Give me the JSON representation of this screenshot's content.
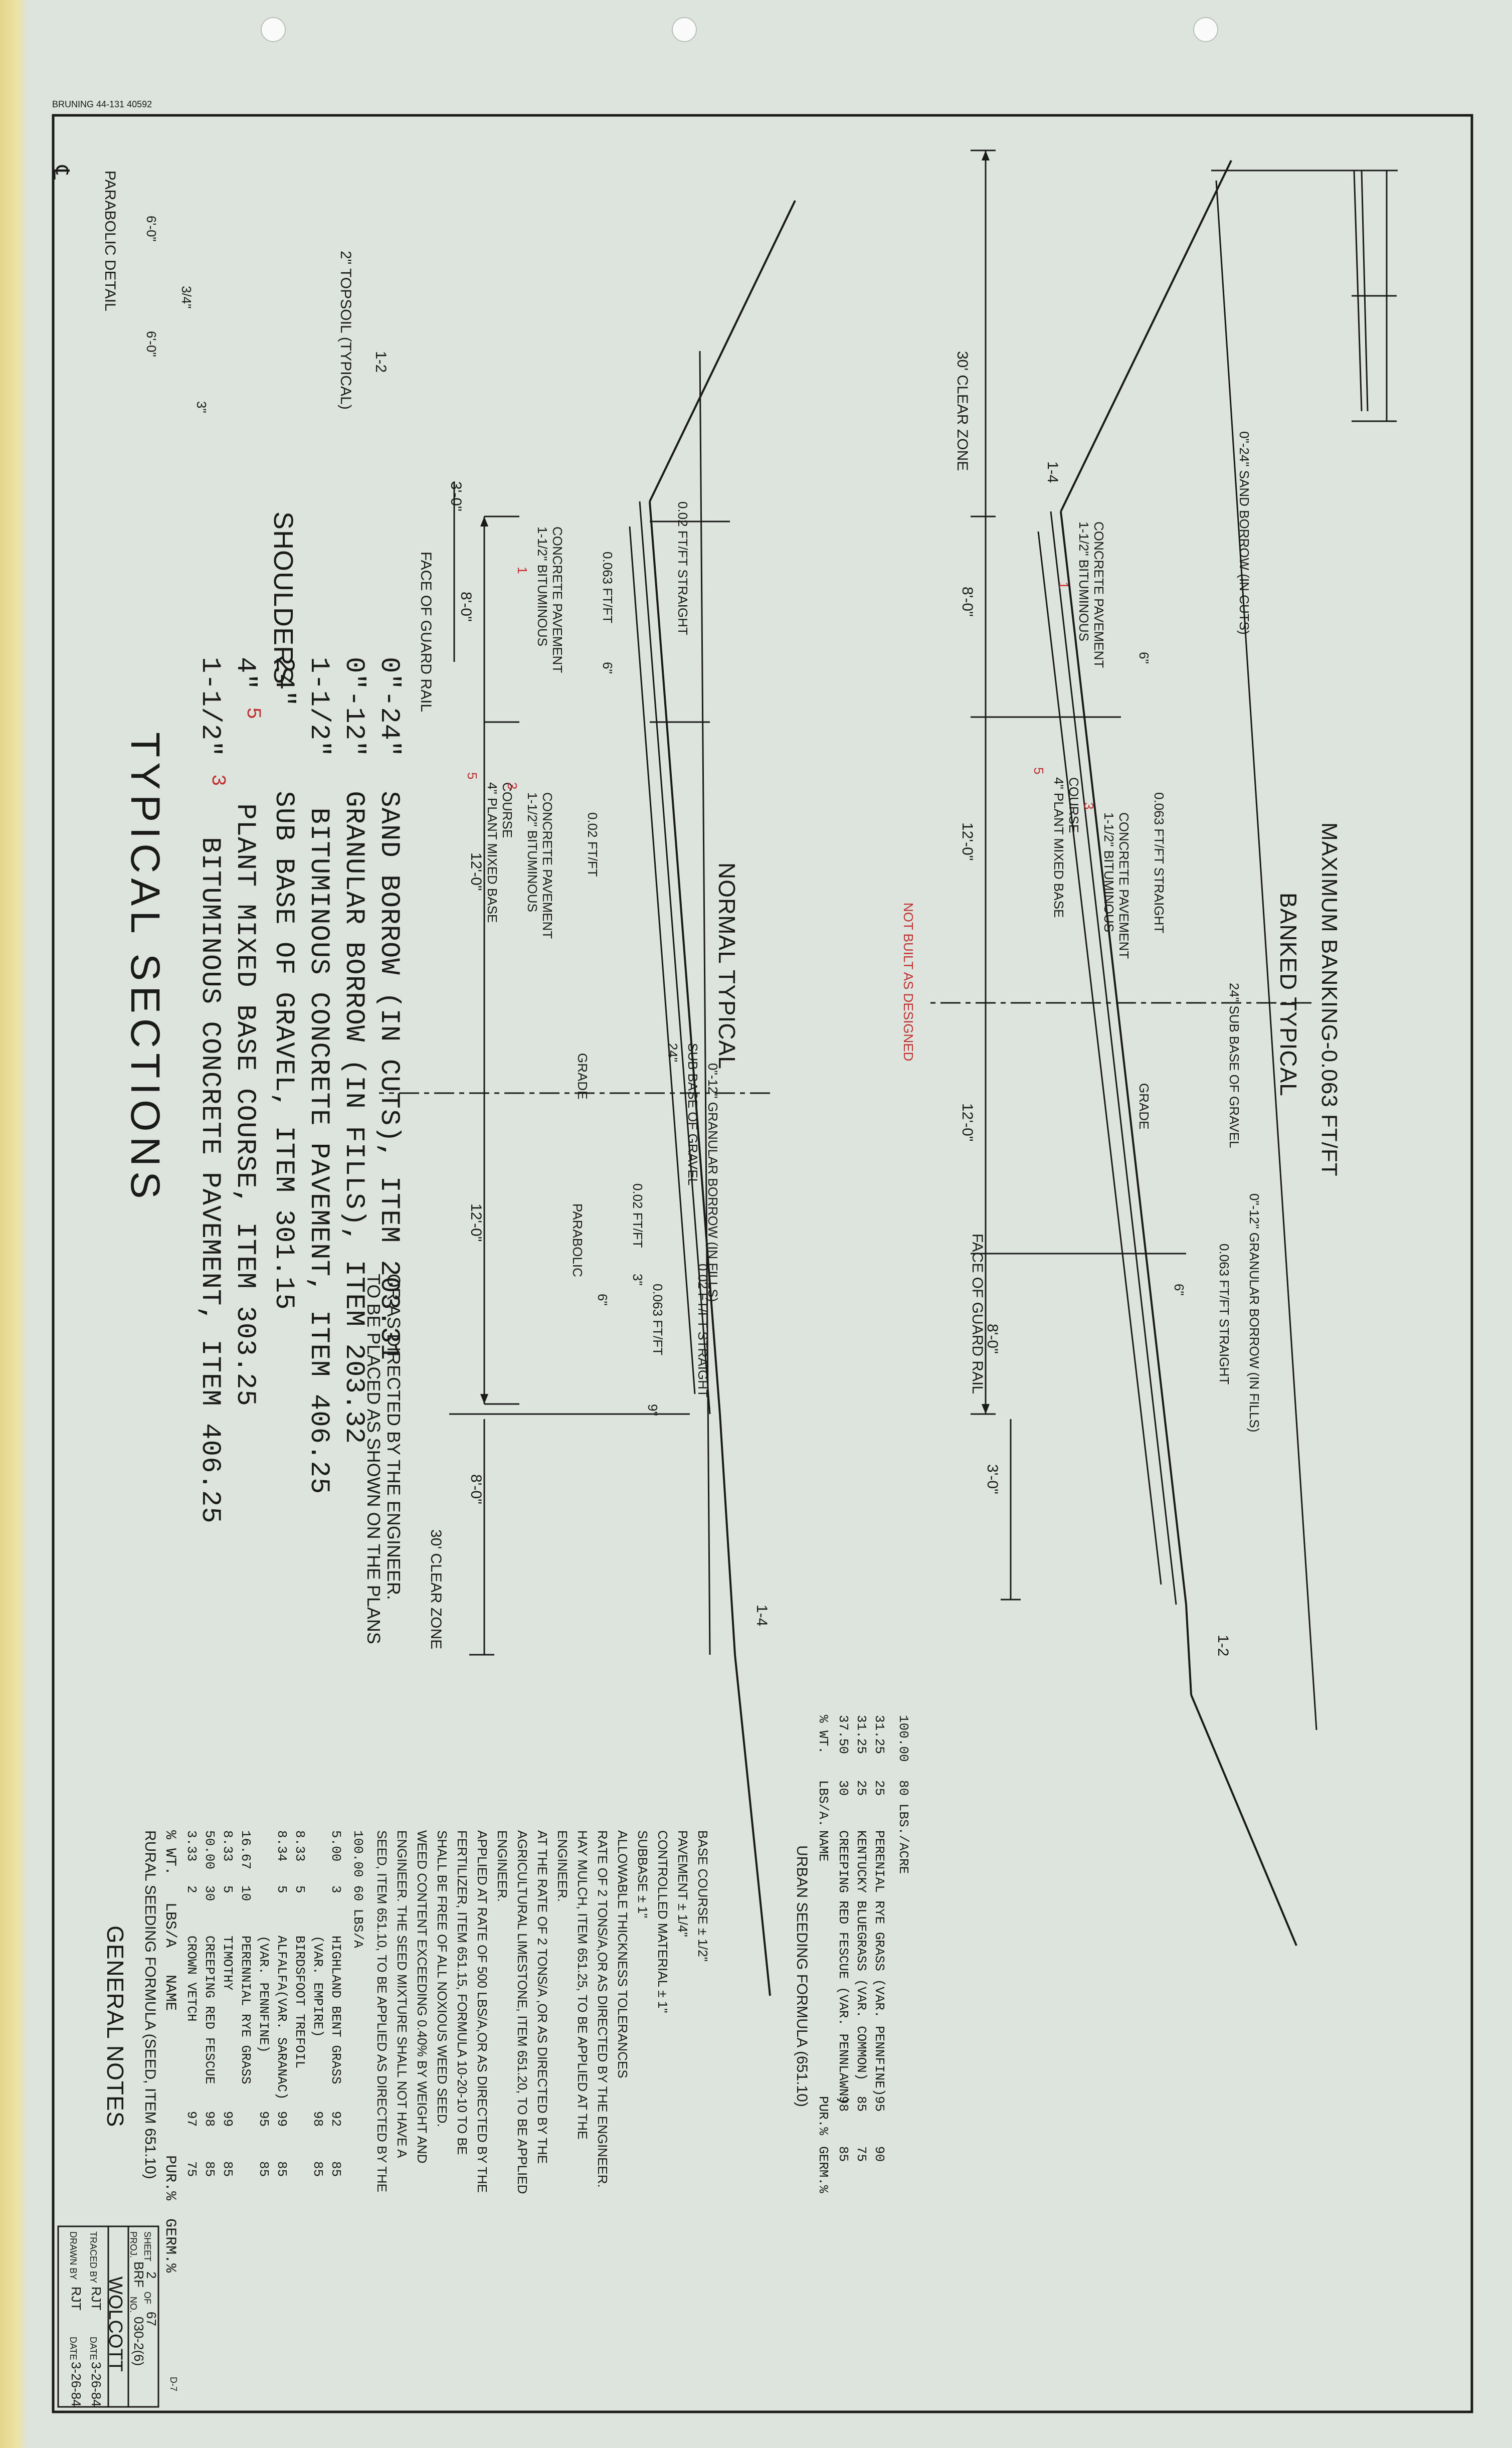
{
  "stamp": "BRUNING 44-131 40592",
  "title": "TYPICAL   SECTIONS",
  "items": [
    {
      "thickness": "1-1/2\"",
      "correction": "3",
      "text": "BITUMINOUS CONCRETE PAVEMENT, ITEM 406.25"
    },
    {
      "thickness": "4\"",
      "correction": "5",
      "text": "PLANT MIXED BASE COURSE, ITEM 303.25"
    },
    {
      "thickness": "24\"",
      "correction": "",
      "text": "SUB BASE OF GRAVEL, ITEM 301.15"
    }
  ],
  "shoulders": {
    "label": "SHOULDERS",
    "items": [
      {
        "thickness": "1-1/2\"",
        "text": "BITUMINOUS CONCRETE PAVEMENT, ITEM 406.25"
      },
      {
        "thickness": "0\"-12\"",
        "text": "GRANULAR BORROW (IN FILLS), ITEM 203.32"
      },
      {
        "thickness": "0\"-24\"",
        "text": "SAND BORROW (IN CUTS), ITEM 203.31"
      }
    ],
    "bracket_note_1": "TO BE PLACED AS SHOWN ON THE PLANS",
    "bracket_note_2": "OR AS DIRECTED BY THE ENGINEER."
  },
  "parabolic": {
    "title": "PARABOLIC DETAIL",
    "cl": "℄",
    "dim_left": "6'-0\"",
    "dim_right": "6'-0\"",
    "dim_mid": "3/4\"",
    "dim_end": "3\""
  },
  "normal": {
    "title": "NORMAL    TYPICAL",
    "topsoil": "2\" TOPSOIL (TYPICAL)",
    "slope_left": "1-2",
    "slope_right": "1-4",
    "dim_shoulder_left": "3'-0\"",
    "face_guard_rail": "FACE OF GUARD RAIL",
    "dim_8_left": "8'-0\"",
    "dim_12_left": "12'-0\"",
    "dim_12_right": "12'-0\"",
    "dim_8_right": "8'-0\"",
    "clear_zone": "30' CLEAR ZONE",
    "shoulder_pav_a": "1-1/2\" BITUMINOUS",
    "shoulder_pav_b": "CONCRETE PAVEMENT",
    "shoulder_pav_corr": "1",
    "dim_6": "6\"",
    "plant_a": "4\" PLANT MIXED BASE",
    "plant_b": "COURSE",
    "plant_corr": "5",
    "bit_a": "1-1/2\" BITUMINOUS",
    "bit_b": "CONCRETE PAVEMENT",
    "bit_corr": "3",
    "slope_063_left": "0.063 FT/FT",
    "straight_left": "0.02 FT/FT STRAIGHT",
    "slope_02_left": "0.02 FT/FT",
    "dim_24": "24\"",
    "subbase": "SUB BASE OF GRAVEL",
    "granular": "0\"-12\" GRANULAR BORROW (IN FILLS)",
    "grade": "GRADE",
    "parabolic": "PARABOLIC",
    "slope_02_right": "0.02 FT/FT",
    "straight_right": "0.02 FT/FT STRAIGHT",
    "dim_3": "3\"",
    "dim_6_right": "6\"",
    "slope_063_right": "0.063 FT/FT",
    "dim_9": "9\""
  },
  "banked": {
    "title": "BANKED TYPICAL",
    "subtitle": "MAXIMUM BANKING-0.063 FT/FT",
    "clear_zone": "30'  CLEAR  ZONE",
    "slope_left": "1-4",
    "slope_right": "1-2",
    "sand_borrow": "0\"-24\" SAND BORROW (IN CUTS)",
    "dim_8_left": "8'-0\"",
    "shoulder_pav_a": "1-1/2\" BITUMINOUS",
    "shoulder_pav_b": "CONCRETE PAVEMENT",
    "shoulder_pav_corr": "1",
    "dim_6": "6\"",
    "plant_a": "4\" PLANT MIXED BASE",
    "plant_b": "COURSE",
    "plant_corr": "5",
    "bit_a": "1-1/2\" BITUMINOUS",
    "bit_b": "CONCRETE PAVEMENT",
    "bit_corr": "3",
    "straight": "0.063 FT/FT STRAIGHT",
    "dim_12_left": "12'-0\"",
    "dim_12_right": "12'-0\"",
    "subbase": "24\" SUB BASE OF GRAVEL",
    "grade": "GRADE",
    "not_built": "NOT BUILT AS DESIGNED",
    "face_guard_rail": "FACE OF GUARD RAIL",
    "dim_8_right": "8'-0\"",
    "dim_3": "3'-0\"",
    "dim_6_right": "6\"",
    "straight_right": "0.063 FT/FT STRAIGHT",
    "granular": "0\"-12\" GRANULAR BORROW (IN FILLS)"
  },
  "general_notes": {
    "title": "GENERAL NOTES",
    "rural_title": "RURAL SEEDING FORMULA    (SEED, ITEM 651.10)",
    "rural_header": [
      "% WT.",
      "LBS/A",
      "NAME",
      "PUR.%",
      "GERM.%"
    ],
    "rural_rows": [
      [
        "3.33",
        "2",
        "CROWN VETCH",
        "97",
        "75"
      ],
      [
        "50.00",
        "30",
        "CREEPING RED FESCUE",
        "98",
        "85"
      ],
      [
        "8.33",
        "5",
        "TIMOTHY",
        "99",
        "85"
      ],
      [
        "16.67",
        "10",
        "PERENNIAL RYE GRASS",
        "",
        ""
      ],
      [
        "",
        "",
        "(VAR. PENNFINE)",
        "95",
        "85"
      ],
      [
        "8.34",
        "5",
        "ALFALFA(VAR. SARANAC)",
        "99",
        "85"
      ],
      [
        "8.33",
        "5",
        "BIRDSFOOT TREFOIL",
        "",
        ""
      ],
      [
        "",
        "",
        "(VAR. EMPIRE)",
        "98",
        "85"
      ],
      [
        "5.00",
        "3",
        "HIGHLAND BENT GRASS",
        "92",
        "85"
      ]
    ],
    "rural_total": [
      "100.00",
      "60 LBS/A",
      "",
      "",
      ""
    ],
    "paragraphs": [
      "SEED, ITEM 651.10, TO BE APPLIED AS DIRECTED BY THE",
      "ENGINEER.  THE SEED MIXTURE SHALL NOT HAVE A",
      "WEED CONTENT EXCEEDING 0.40% BY WEIGHT AND",
      "SHALL BE FREE OF ALL NOXIOUS WEED SEED.",
      "FERTILIZER, ITEM 651.15, FORMULA 10-20-10 TO BE",
      "APPLIED AT RATE OF 500 LBS/A,OR AS DIRECTED BY THE",
      "ENGINEER.",
      "AGRICULTURAL LIMESTONE, ITEM 651.20, TO BE APPLIED",
      "AT THE RATE OF  2 TONS/A ,OR AS DIRECTED BY THE",
      "ENGINEER.",
      "HAY MULCH, ITEM 651.25,  TO BE APPLIED AT THE",
      "RATE OF 2 TONS/A,OR AS DIRECTED BY THE ENGINEER.",
      "ALLOWABLE  THICKNESS  TOLERANCES",
      "    SUBBASE ± 1\"",
      "    CONTROLLED   MATERIAL ± 1\"",
      "    PAVEMENT ± 1/4\"",
      "BASE COURSE ± 1/2\""
    ],
    "urban_title": "URBAN   SEEDING  FORMULA   (651.10)",
    "urban_header": [
      "% WT.",
      "LBS/A.",
      "NAME",
      "PUR.%",
      "GERM.%"
    ],
    "urban_rows": [
      [
        "37.50",
        "30",
        "CREEPING RED FESCUE (VAR. PENNLAWN)",
        "98",
        "85"
      ],
      [
        "31.25",
        "25",
        "KENTUCKY BLUEGRASS (VAR. COMMON)",
        "85",
        "75"
      ],
      [
        "31.25",
        "25",
        "PERENIAL RYE GRASS (VAR. PENNFINE)",
        "95",
        "90"
      ]
    ],
    "urban_total": [
      "100.00",
      "80 LBS./ACRE"
    ]
  },
  "title_block": {
    "drawn_by_label": "DRAWN BY",
    "drawn_by": "RJT",
    "date1_label": "DATE",
    "date1": "3-26-84",
    "traced_by_label": "TRACED BY",
    "traced_by": "RJT",
    "date2_label": "DATE",
    "date2": "3-26-84",
    "town": "WOLCOTT",
    "proj_label": "PROJ.",
    "proj": "BRF",
    "no_label": "NO.",
    "proj_no": "030-2(6)",
    "sheet_label": "SHEET",
    "sheet": "2",
    "of_label": "OF",
    "of": "67",
    "code": "D-7"
  },
  "colors": {
    "ink": "#1a1a1a",
    "red": "#c03030",
    "paper": "#dde4dd"
  }
}
